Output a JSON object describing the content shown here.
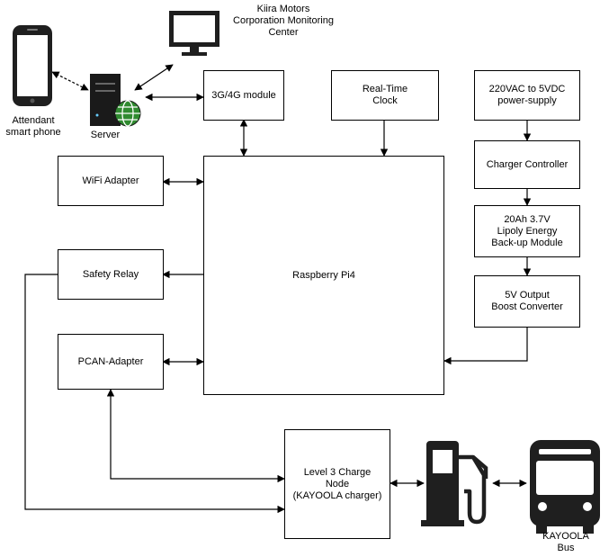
{
  "nodes": {
    "monitoring_center": "Kiira Motors\nCorporation Monitoring\nCenter",
    "server": "Server",
    "attendant_phone": "Attendant\nsmart phone",
    "module_3g4g": "3G/4G module",
    "rtc": "Real-Time\nClock",
    "power_supply": "220VAC to 5VDC\npower-supply",
    "charger_controller": "Charger Controller",
    "lipoly": "20Ah 3.7V\nLipoly Energy\nBack-up Module",
    "boost": "5V Output\nBoost Converter",
    "wifi": "WiFi Adapter",
    "raspberry": "Raspberry Pi4",
    "safety_relay": "Safety Relay",
    "pcan": "PCAN-Adapter",
    "charge_node": "Level 3 Charge\nNode\n(KAYOOLA charger)",
    "bus": "KAYOOLA\nBus"
  },
  "icons": {
    "phone": "smartphone-icon",
    "monitor": "monitor-icon",
    "server": "server-globe-icon",
    "pump": "fuel-pump-icon",
    "bus": "bus-icon"
  },
  "colors": {
    "line": "#000000",
    "globe": "#2f8a2f",
    "server_body": "#1a1a1a"
  }
}
